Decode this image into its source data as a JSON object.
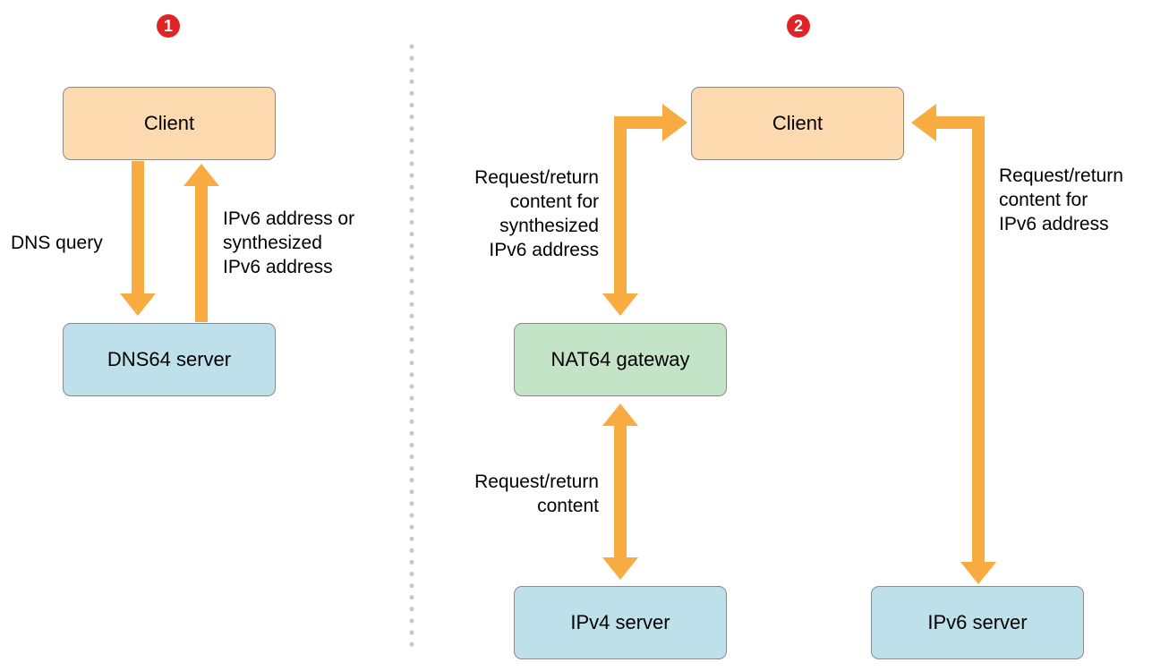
{
  "steps": {
    "step1": "1",
    "step2": "2"
  },
  "panel1": {
    "client": "Client",
    "dns_server": "DNS64 server",
    "query_label": "DNS query",
    "response_label": "IPv6 address or\nsynthesized\nIPv6 address"
  },
  "panel2": {
    "client": "Client",
    "nat_gateway": "NAT64 gateway",
    "ipv4_server": "IPv4 server",
    "ipv6_server": "IPv6 server",
    "client_nat_label": "Request/return\ncontent for\nsynthesized\nIPv6 address",
    "nat_ipv4_label": "Request/return\ncontent",
    "client_ipv6_label": "Request/return\ncontent for\nIPv6 address"
  },
  "colors": {
    "arrow": "#f7ab40",
    "client_fill": "#fdd9b0",
    "server_fill": "#bde0ea",
    "gateway_fill": "#c4e4c8",
    "badge": "#e02426",
    "divider": "#c8c8c8"
  }
}
